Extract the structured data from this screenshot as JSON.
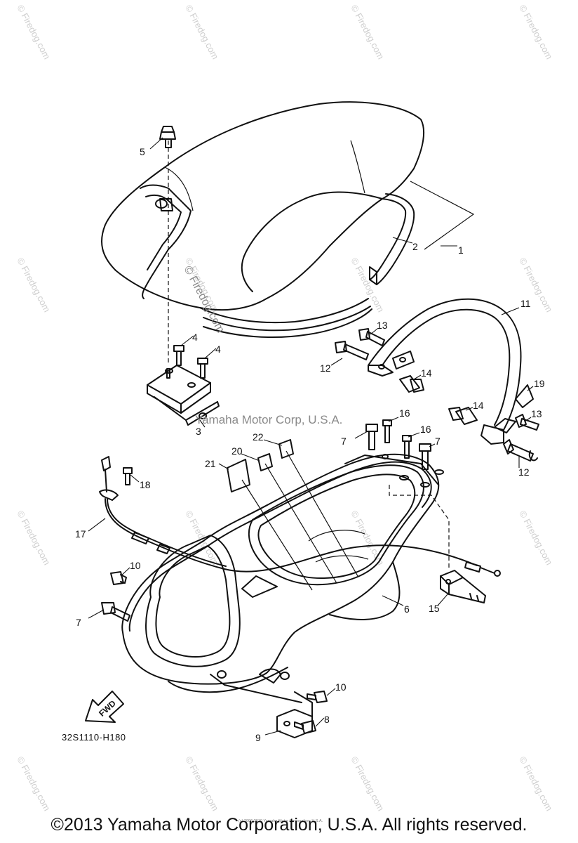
{
  "diagram": {
    "callouts": [
      "1",
      "2",
      "3",
      "4",
      "4",
      "5",
      "6",
      "7",
      "7",
      "7",
      "8",
      "9",
      "10",
      "10",
      "11",
      "12",
      "12",
      "13",
      "13",
      "14",
      "14",
      "15",
      "16",
      "16",
      "17",
      "18",
      "19",
      "20",
      "21",
      "22"
    ],
    "fwd_label": "FWD",
    "drawing_code": "32S1110-H180",
    "watermark_center": "© Firedog.com",
    "watermark_corp": "Yamaha Motor Corp, U.S.A.",
    "watermark_tile": "© Firedog.com",
    "micro_text": "(c) 2006 2010 Yamaha Motor Corporation, U.S.A."
  },
  "footer": {
    "copyright": "©2013 Yamaha Motor Corporation, U.S.A. All rights reserved."
  }
}
